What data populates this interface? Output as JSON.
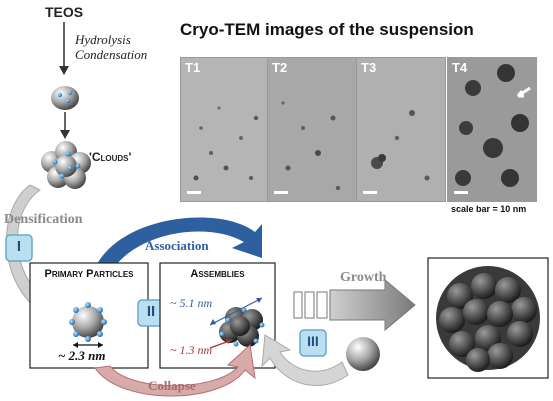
{
  "precursor": "TEOS",
  "process_lines": [
    "Hydrolysis",
    "Condensation"
  ],
  "clouds_label": "'Clouds'",
  "tem": {
    "title": "Cryo-TEM images of the suspension",
    "panels": [
      "T1",
      "T2",
      "T3",
      "T4"
    ],
    "scale_note": "scale bar = 10 nm"
  },
  "steps": {
    "one": "I",
    "two": "II",
    "three": "III"
  },
  "arrows": {
    "densification": "Densification",
    "association": "Association",
    "growth": "Growth",
    "collapse": "Collapse"
  },
  "boxes": {
    "primary": "Primary Particles",
    "assemblies": "Assemblies"
  },
  "dimensions": {
    "primary": "~ 2.3 nm",
    "assembly": "~ 5.1 nm",
    "gap": "~ 1.3 nm"
  },
  "colors": {
    "association": "#2e5f9e",
    "collapse": "#c48a8a",
    "step_badge": "#b9dff0"
  }
}
